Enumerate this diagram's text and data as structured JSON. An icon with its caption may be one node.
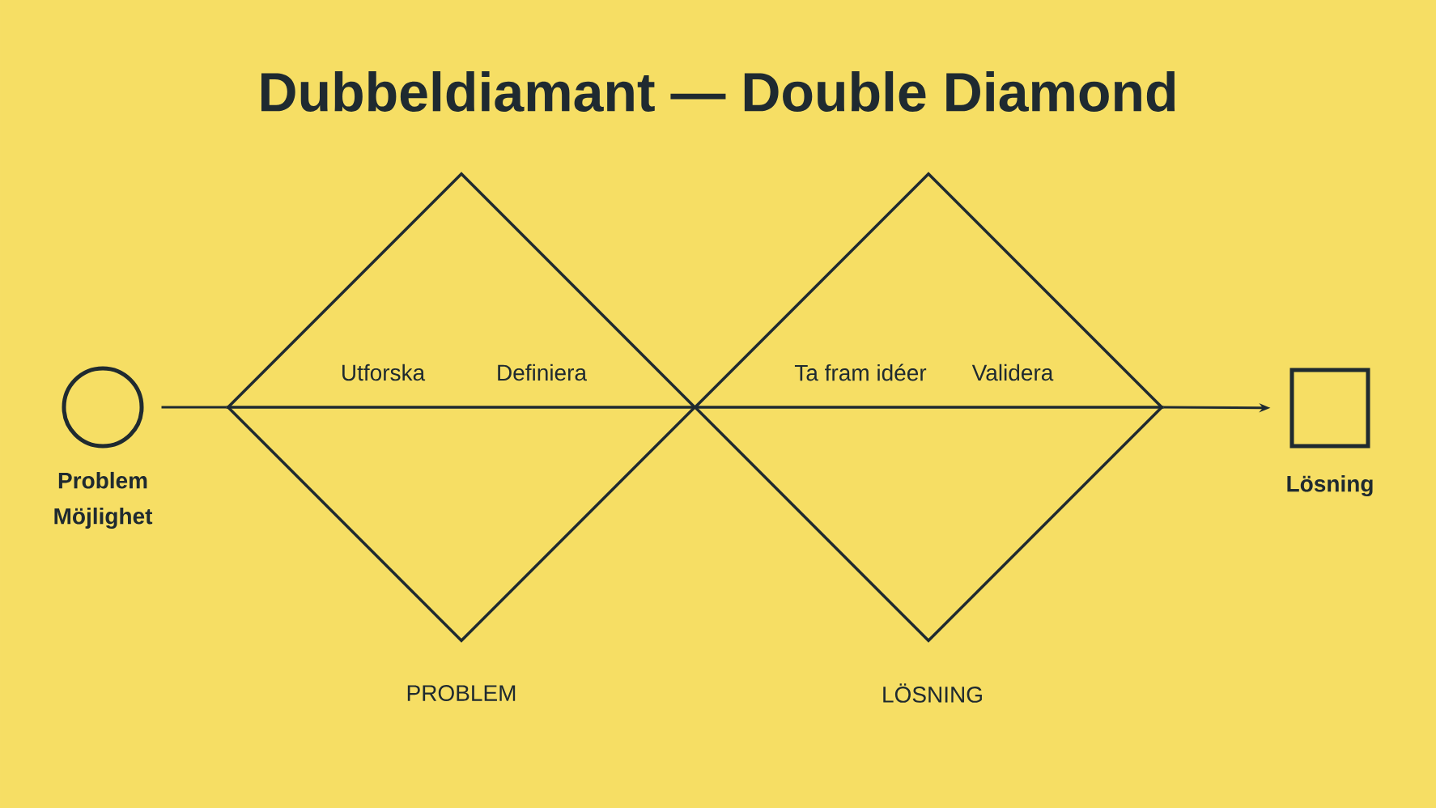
{
  "diagram": {
    "title": "Dubbeldiamant — Double Diamond",
    "nodes": [
      {
        "text": [],
        "shape": "circle",
        "beside": [
          "Problem Möjlighet"
        ]
      },
      {
        "text": [
          "Utforska",
          "Definiera"
        ],
        "beside": [
          "PROBLEM"
        ]
      },
      {
        "text": [
          "Ta fram idéer",
          "Validera"
        ],
        "beside": [
          "LÖSNING"
        ]
      },
      {
        "text": [],
        "shape": "box",
        "beside": [
          "Lösning"
        ]
      }
    ],
    "edges": [
      {
        "from": 0,
        "to": 1,
        "arrow": "none"
      },
      {
        "from": 2,
        "to": 3,
        "arrow": "to"
      }
    ]
  }
}
